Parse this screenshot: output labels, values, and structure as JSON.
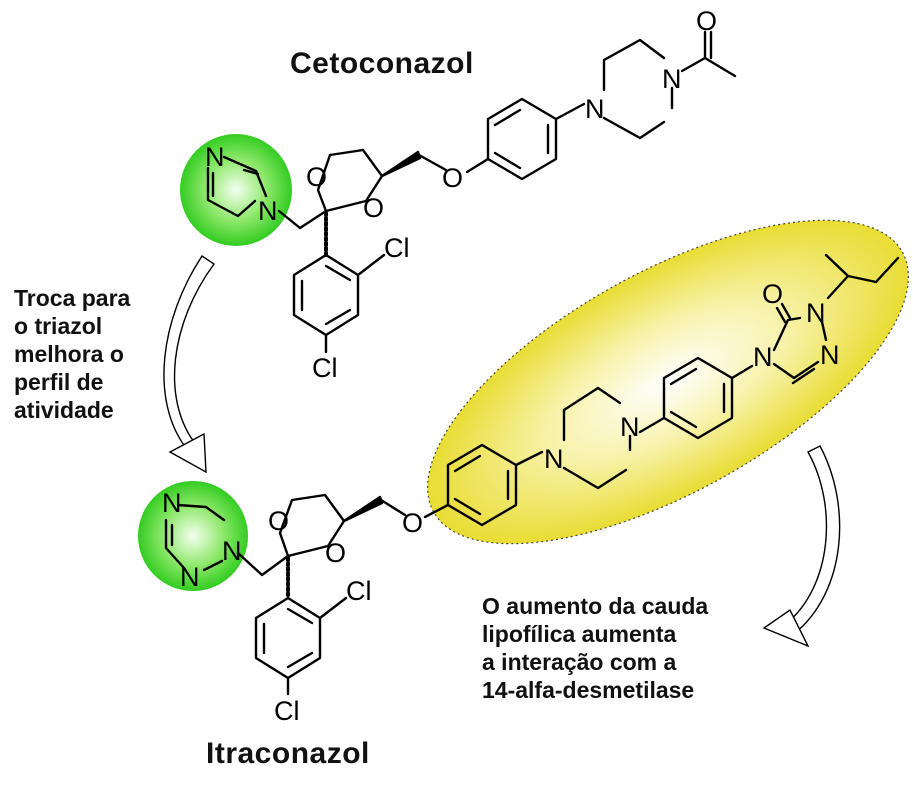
{
  "molecules": {
    "top_name": "Cetoconazol",
    "bottom_name": "Itraconazol"
  },
  "annotations": {
    "left_note": [
      "Troca para",
      "o triazol",
      "melhora o",
      "perfil de",
      "atividade"
    ],
    "right_note": [
      "O aumento da cauda",
      "lipofílica aumenta",
      "a interação com a",
      "14-alfa-desmetilase"
    ]
  },
  "atoms": {
    "N": "N",
    "O": "O",
    "Cl": "Cl"
  },
  "highlights": {
    "azole_color": "#55dd33",
    "tail_color": "#e8dd20"
  }
}
